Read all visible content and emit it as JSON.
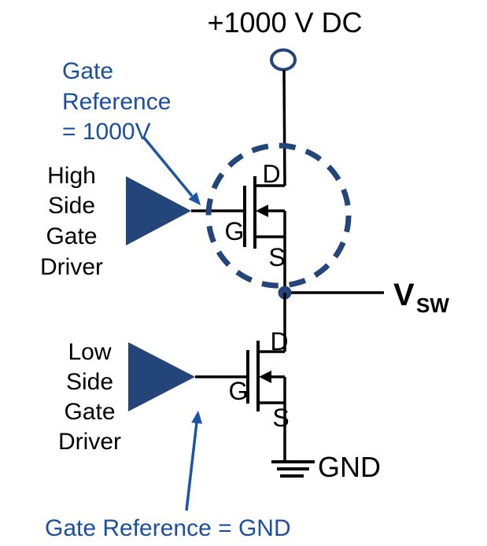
{
  "colors": {
    "navy": "#234579",
    "blue_text": "#1B4F9E",
    "arrow_blue": "#1C55A6",
    "ink": "#000000",
    "background": "#ffffff"
  },
  "labels": {
    "supply": "+1000 V DC",
    "gate_ref_high": {
      "line1": "Gate",
      "line2": "Reference",
      "line3": "= 1000V"
    },
    "high_side_driver": {
      "line1": "High",
      "line2": "Side",
      "line3": "Gate",
      "line4": "Driver"
    },
    "low_side_driver": {
      "line1": "Low",
      "line2": "Side",
      "line3": "Gate",
      "line4": "Driver"
    },
    "gate_ref_low": "Gate Reference = GND",
    "switch_node": {
      "main": "V",
      "sub": "SW"
    },
    "ground": "GND",
    "hs_mosfet": {
      "drain": "D",
      "gate": "G",
      "source": "S"
    },
    "ls_mosfet": {
      "drain": "D",
      "gate": "G",
      "source": "S"
    }
  }
}
